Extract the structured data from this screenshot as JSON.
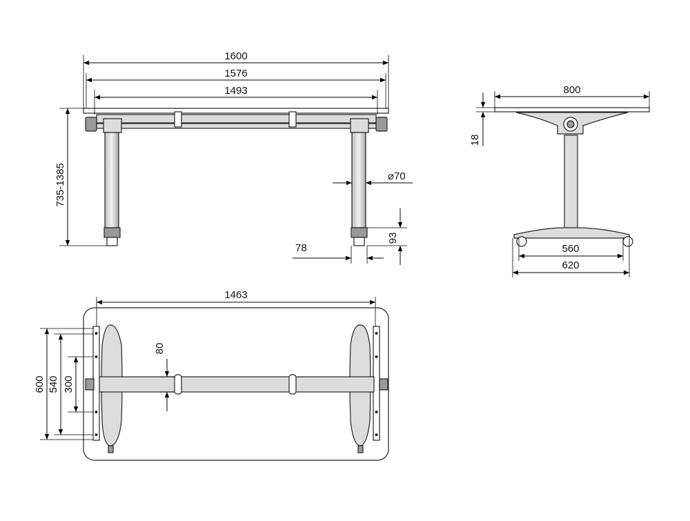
{
  "front_view": {
    "width_total": "1600",
    "width_top": "1576",
    "width_frame": "1493",
    "height_range": "735-1385",
    "leg_diameter": "⌀70",
    "foot_width": "78",
    "foot_height": "93"
  },
  "side_view": {
    "depth": "800",
    "top_thickness": "18",
    "base_inner": "560",
    "base_outer": "620"
  },
  "top_view": {
    "frame_length": "1463",
    "depth": "600",
    "rail_span": "540",
    "bracket_span": "300",
    "beam_width": "80"
  }
}
